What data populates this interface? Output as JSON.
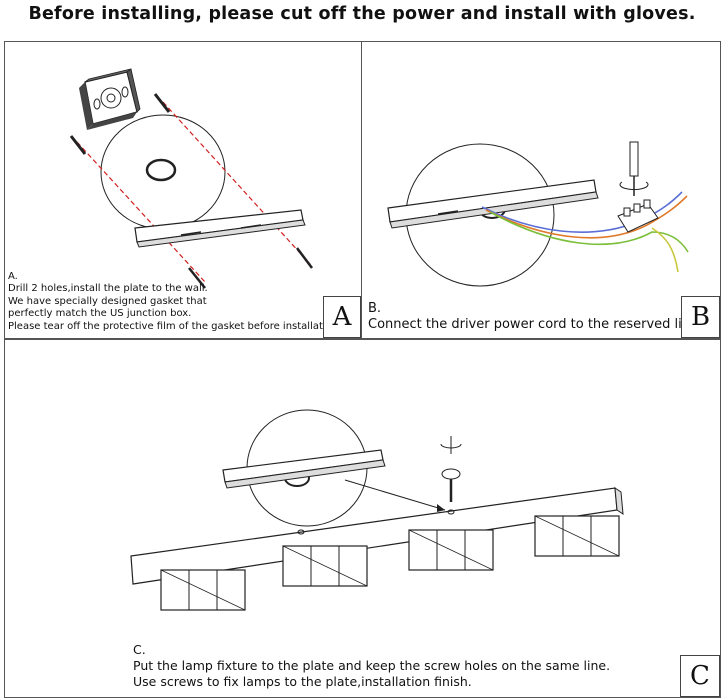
{
  "header": {
    "title": "Before installing,   please cut off the power and install with gloves."
  },
  "steps": [
    {
      "letter": "A",
      "caption_lines": [
        "A.",
        "Drill 2 holes,install the plate to the wall.",
        "We have specially designed gasket that",
        "perfectly match the US junction box.",
        "Please tear off the protective film of the gasket before installation."
      ]
    },
    {
      "letter": "B",
      "caption_lines": [
        "B.",
        "Connect the driver power cord to the reserved line."
      ]
    },
    {
      "letter": "C",
      "caption_lines": [
        "C.",
        "Put the lamp fixture to the plate and keep the screw holes on the same line.",
        "Use screws to fix lamps to the plate,installation finish."
      ]
    }
  ],
  "colors": {
    "guide_line": "#d22020",
    "wire_blue": "#5a6fd6",
    "wire_orange": "#e07a2a",
    "wire_green": "#7bbf3a",
    "wire_yellow": "#c9c940",
    "line": "#222222"
  }
}
